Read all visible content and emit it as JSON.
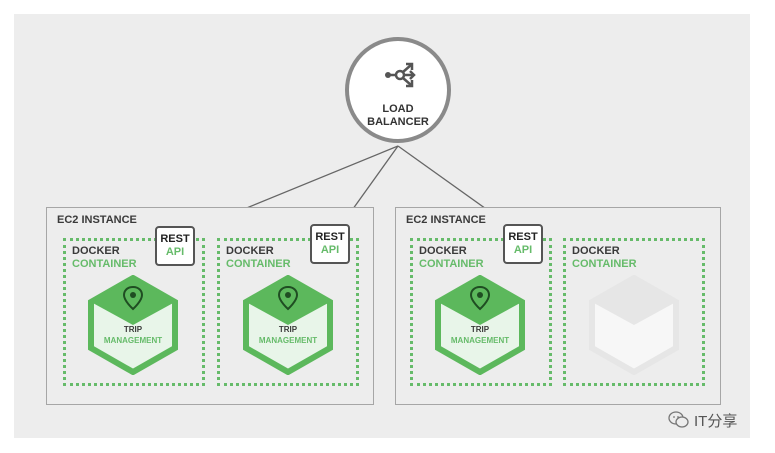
{
  "load_balancer": {
    "line1": "LOAD",
    "line2": "BALANCER",
    "icon": "load-balancer-icon"
  },
  "instances": [
    {
      "title": "EC2 INSTANCE"
    },
    {
      "title": "EC2 INSTANCE"
    }
  ],
  "containers": [
    {
      "line1": "DOCKER",
      "line2": "CONTAINER",
      "service_line1": "TRIP",
      "service_line2": "MANAGEMENT",
      "icon": "map-pin-icon",
      "active": true
    },
    {
      "line1": "DOCKER",
      "line2": "CONTAINER",
      "service_line1": "TRIP",
      "service_line2": "MANAGEMENT",
      "icon": "map-pin-icon",
      "active": true
    },
    {
      "line1": "DOCKER",
      "line2": "CONTAINER",
      "service_line1": "TRIP",
      "service_line2": "MANAGEMENT",
      "icon": "map-pin-icon",
      "active": true
    },
    {
      "line1": "DOCKER",
      "line2": "CONTAINER",
      "active": false
    }
  ],
  "rest_api": [
    {
      "line1": "REST",
      "line2": "API"
    },
    {
      "line1": "REST",
      "line2": "API"
    },
    {
      "line1": "REST",
      "line2": "API"
    }
  ],
  "watermark": {
    "text": "IT分享",
    "icon": "wechat-icon"
  },
  "colors": {
    "accent": "#66bb6a",
    "hex_fill": "#e8f5e9",
    "hex_edge": "#5cb85c",
    "inactive": "#e6e6e6"
  }
}
